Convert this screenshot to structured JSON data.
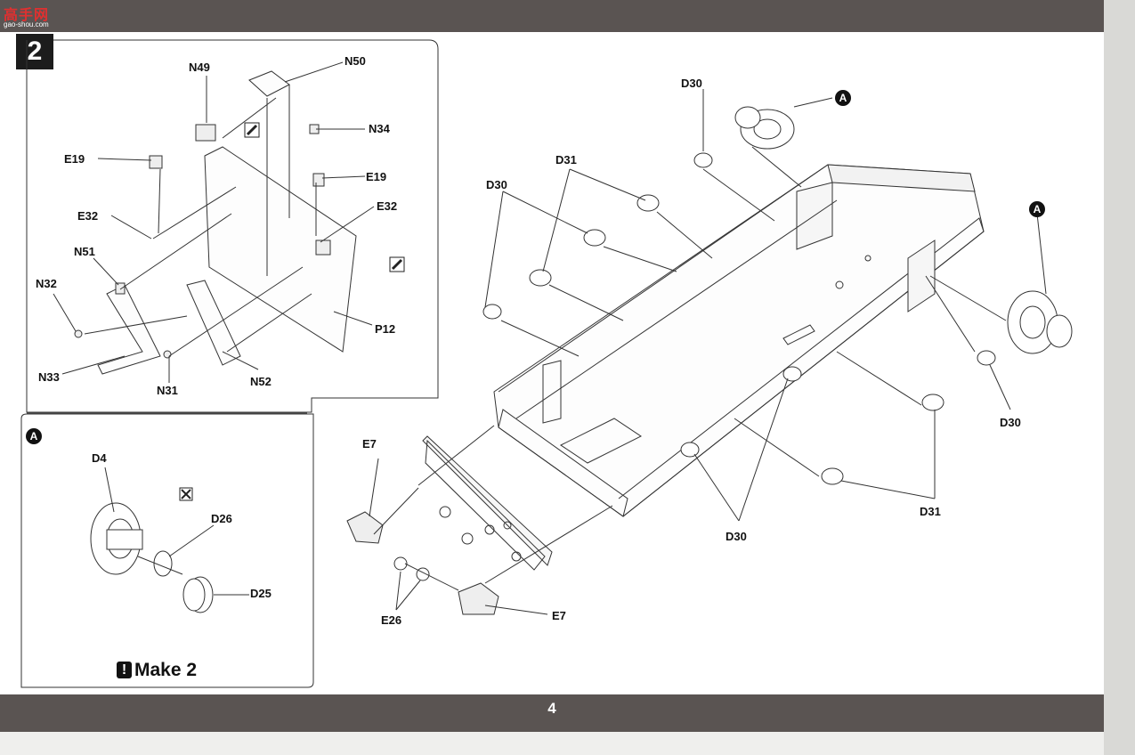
{
  "header": {
    "step_number": "2",
    "logo_text": "高手网",
    "logo_sub": "gao-shou.com"
  },
  "footer": {
    "page_number": "4"
  },
  "callout": {
    "badge": "A",
    "note": "Make 2"
  },
  "main_labels": {
    "a1": "A",
    "a2": "A",
    "d30_top": "D30",
    "d31_top": "D31",
    "d30_left": "D30",
    "d30_right": "D30",
    "d31_right": "D31",
    "d30_bottom": "D30",
    "e7_left": "E7",
    "e7_bottom": "E7",
    "e26": "E26"
  },
  "inset_labels": {
    "n49": "N49",
    "n50": "N50",
    "n34": "N34",
    "e19_left": "E19",
    "e19_right": "E19",
    "e32_left": "E32",
    "e32_right": "E32",
    "n51": "N51",
    "n32": "N32",
    "n33": "N33",
    "n31": "N31",
    "n52": "N52",
    "p12": "P12"
  },
  "callout_labels": {
    "d4": "D4",
    "d26": "D26",
    "d25": "D25"
  },
  "icons": [
    "glue-icon",
    "no-glue-icon",
    "warning-icon"
  ]
}
